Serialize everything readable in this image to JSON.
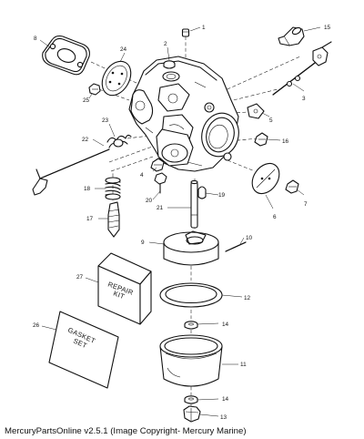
{
  "footer": "MercuryPartsOnline v2.5.1 (Image Copyright- Mercury Marine)",
  "boxes": {
    "repair_kit_line1": "REPAIR",
    "repair_kit_line2": "KIT",
    "gasket_set_line1": "GASKET",
    "gasket_set_line2": "SET"
  },
  "parts": {
    "p1": "1",
    "p2": "2",
    "p3": "3",
    "p4": "4",
    "p5": "5",
    "p6": "6",
    "p7": "7",
    "p8": "8",
    "p9": "9",
    "p10": "10",
    "p11": "11",
    "p12": "12",
    "p13": "13",
    "p14a": "14",
    "p14b": "14",
    "p15": "15",
    "p16": "16",
    "p17": "17",
    "p18": "18",
    "p19": "19",
    "p20": "20",
    "p21": "21",
    "p22": "22",
    "p23": "23",
    "p24": "24",
    "p25": "25",
    "p26": "26",
    "p27": "27"
  }
}
